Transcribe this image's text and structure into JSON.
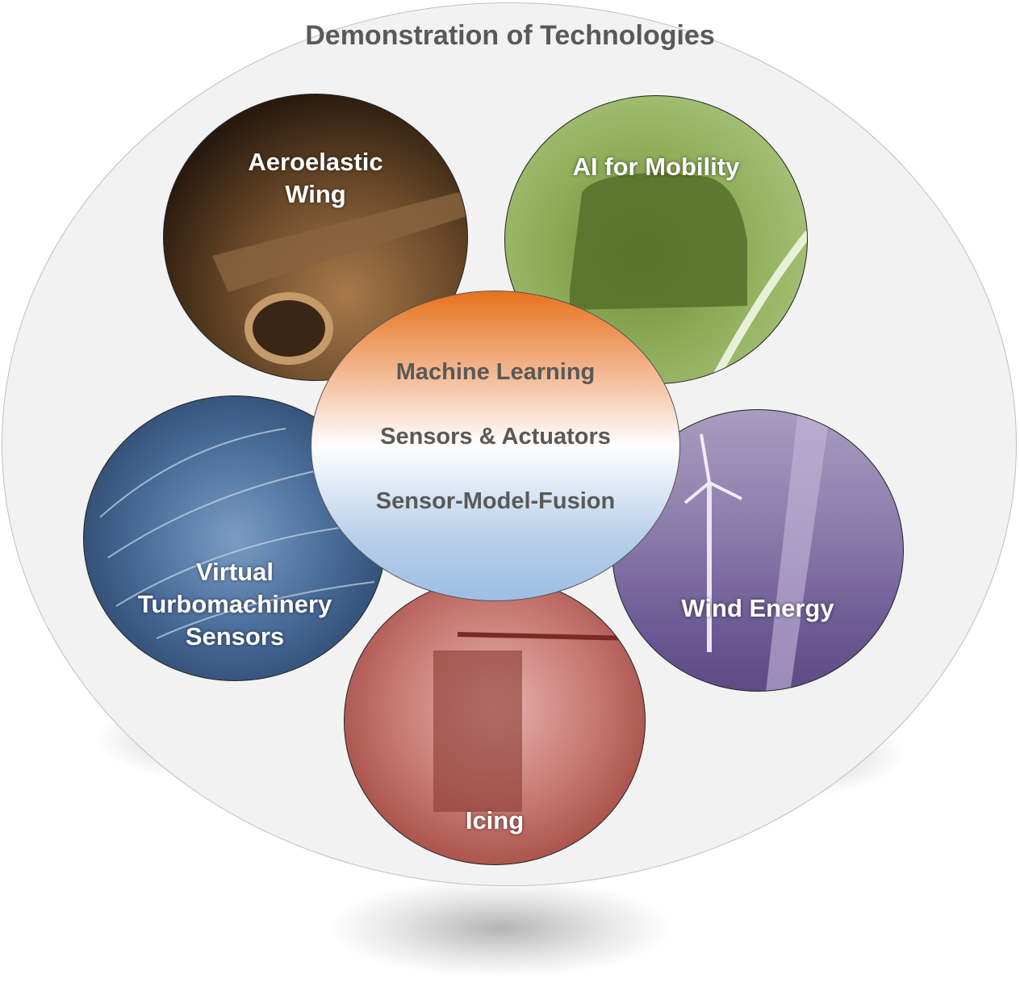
{
  "title": "Demonstration of Technologies",
  "center": {
    "items": [
      "Machine Learning",
      "Sensors & Actuators",
      "Sensor-Model-Fusion"
    ]
  },
  "topics": [
    {
      "label_lines": [
        "Aeroelastic",
        "Wing"
      ],
      "color": "#6b4a2a"
    },
    {
      "label_lines": [
        "AI for Mobility"
      ],
      "color": "#8fae5a"
    },
    {
      "label_lines": [
        "Virtual",
        "Turbomachinery",
        "Sensors"
      ],
      "color": "#4a6d9a"
    },
    {
      "label_lines": [
        "Wind Energy"
      ],
      "color": "#7a68a2"
    },
    {
      "label_lines": [
        "Icing"
      ],
      "color": "#b85a54"
    }
  ]
}
